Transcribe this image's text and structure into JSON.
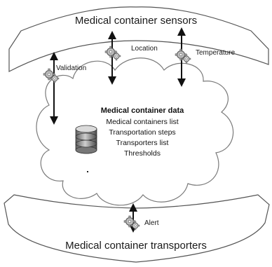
{
  "sensors_label": "Medical container sensors",
  "transporters_label": "Medical container transporters",
  "flows": {
    "validation": "Validation",
    "location": "Location",
    "temperature": "Temperature",
    "alert": "Alert"
  },
  "data_store": {
    "title": "Medical container data",
    "items": [
      "Medical containers list",
      "Transportation steps",
      "Transporters list",
      "Thresholds"
    ]
  }
}
